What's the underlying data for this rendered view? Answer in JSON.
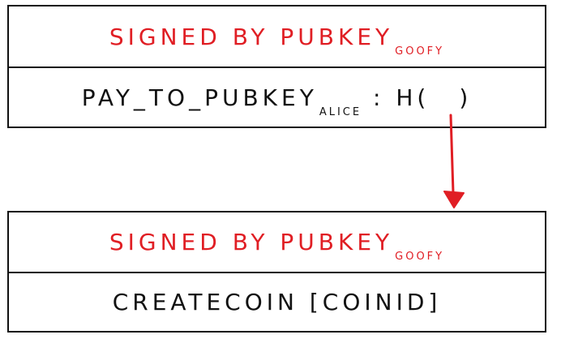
{
  "transactions": [
    {
      "signature": {
        "text": "SIGNED BY PUBKEY",
        "subscript": "GOOFY"
      },
      "statement": {
        "text": "PAY_TO_PUBKEY",
        "subscript": "ALICE",
        "suffix": ": H(",
        "close": ")"
      }
    },
    {
      "signature": {
        "text": "SIGNED BY PUBKEY",
        "subscript": "GOOFY"
      },
      "statement": {
        "text": "CREATECOIN [COINID]"
      }
    }
  ],
  "colors": {
    "signature": "#e01e24",
    "statement": "#111111",
    "arrow": "#e01e24",
    "border": "#111111"
  }
}
